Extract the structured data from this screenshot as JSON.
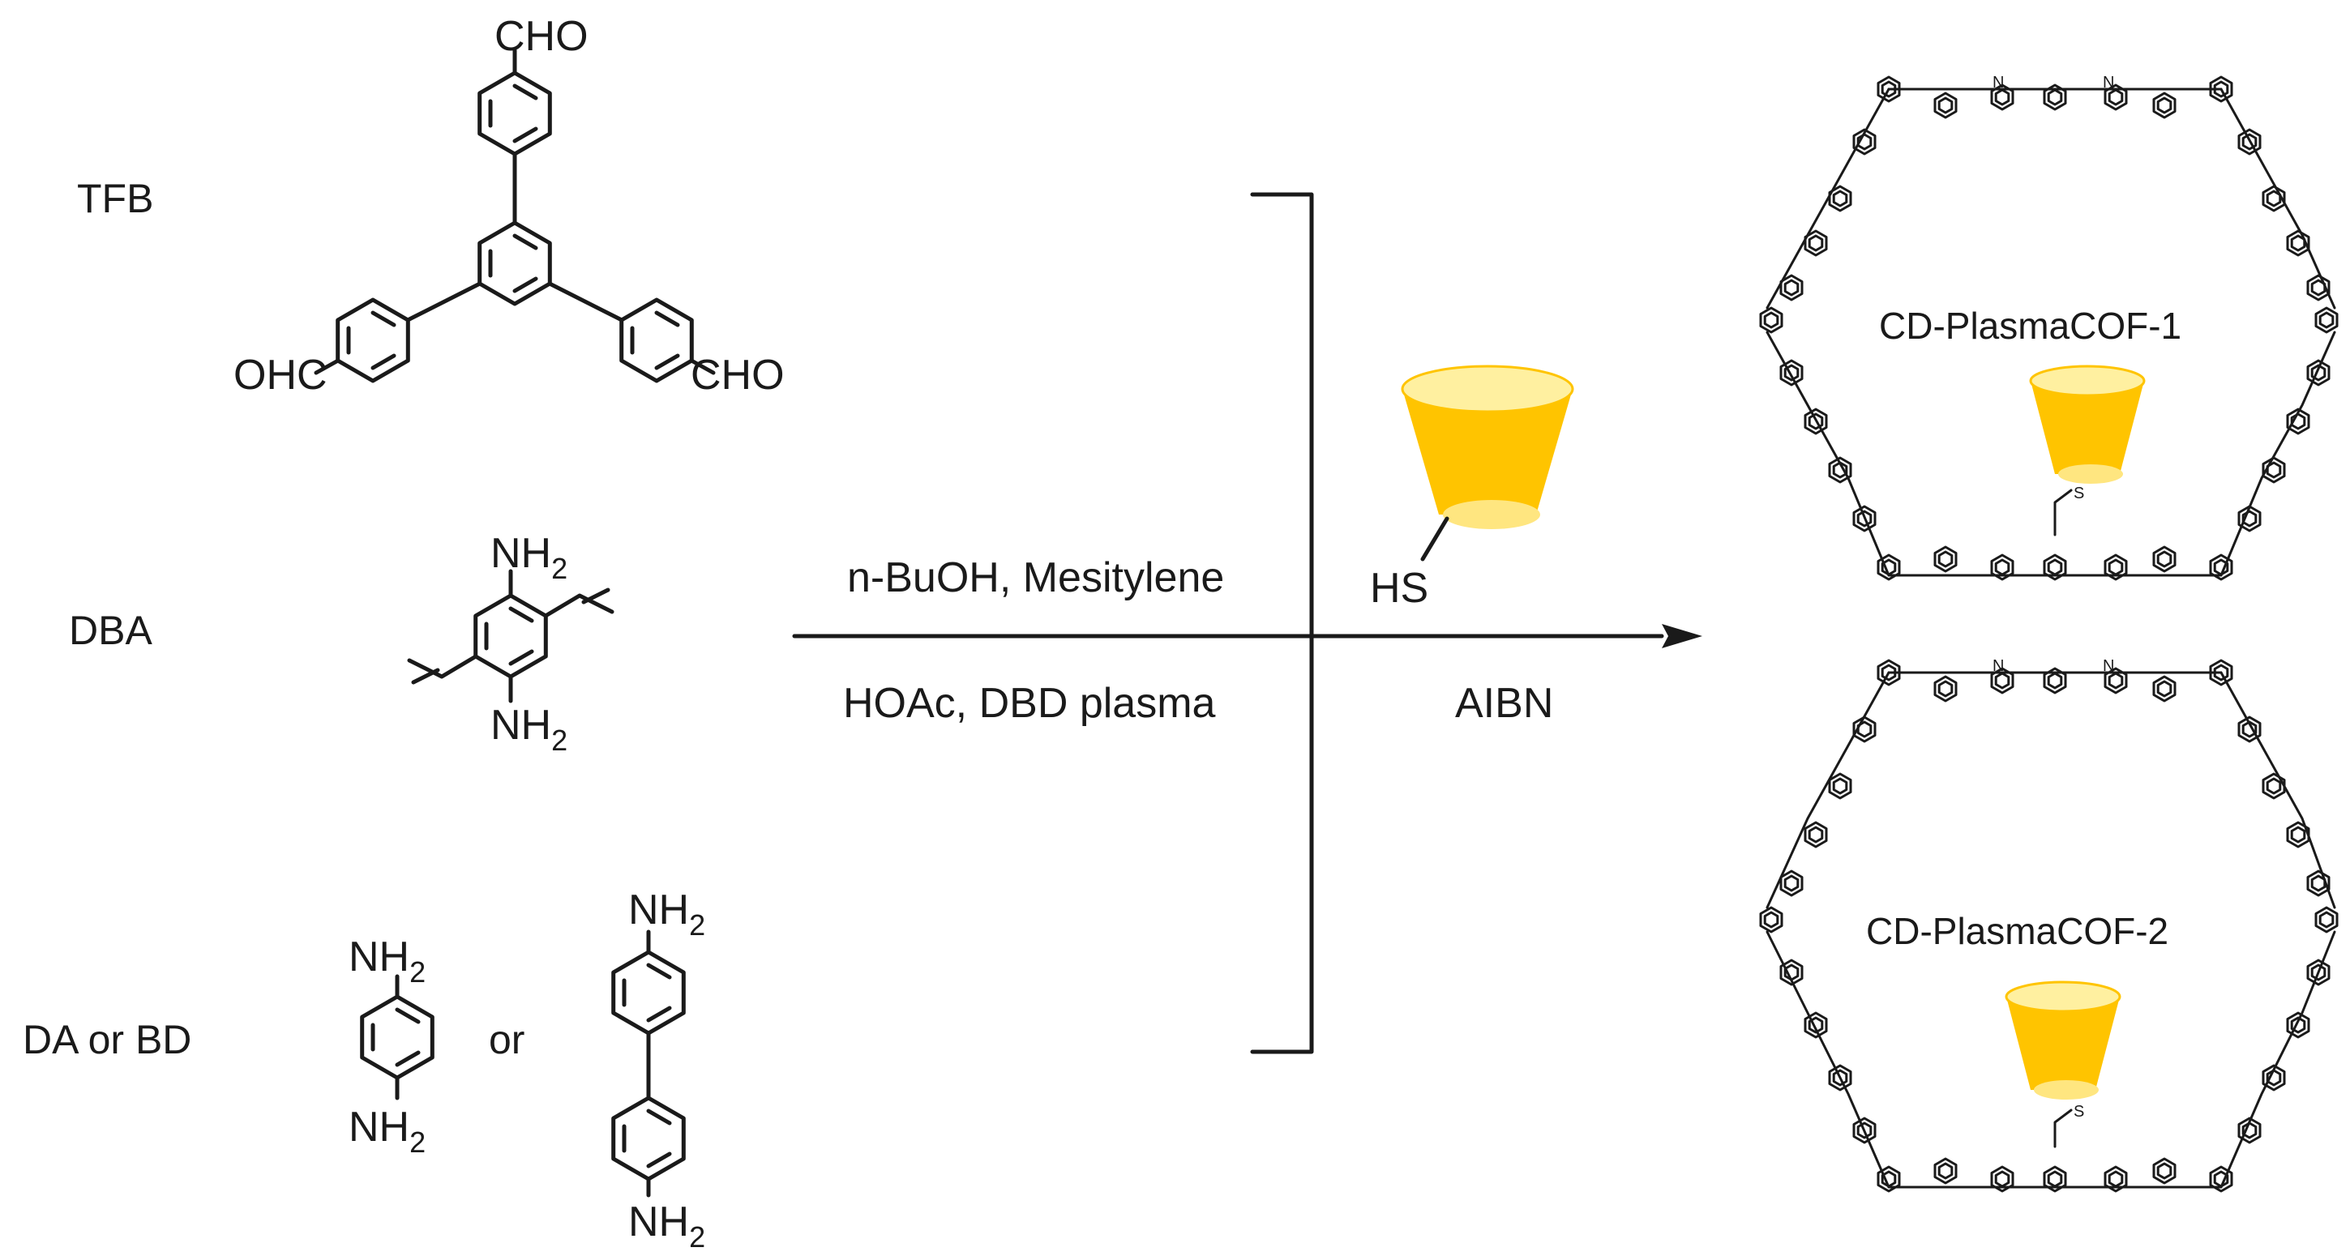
{
  "reagents": {
    "tfb": {
      "name": "TFB",
      "groups": [
        "CHO",
        "OHC",
        "CHO"
      ]
    },
    "dba": {
      "name": "DBA",
      "amine": "NH",
      "amine_sub": "2"
    },
    "da_bd": {
      "name": "DA or BD",
      "or": "or",
      "amine": "NH",
      "amine_sub": "2"
    }
  },
  "conditions": {
    "line1": "n-BuOH, Mesitylene",
    "line2": "HOAc, DBD plasma",
    "thiol_group": "HS",
    "initiator": "AIBN"
  },
  "products": [
    {
      "name": "CD-PlasmaCOF-1",
      "imine_atom": "N",
      "sulfur_atom": "S"
    },
    {
      "name": "CD-PlasmaCOF-2",
      "imine_atom": "N",
      "sulfur_atom": "S"
    }
  ],
  "colors": {
    "cyclodextrin_body": "#FFC400",
    "cyclodextrin_rim": "#FFF0A0",
    "ink": "#1a1a1a"
  },
  "icons": [
    "cyclodextrin-icon",
    "reaction-arrow-icon",
    "bracket-icon"
  ]
}
